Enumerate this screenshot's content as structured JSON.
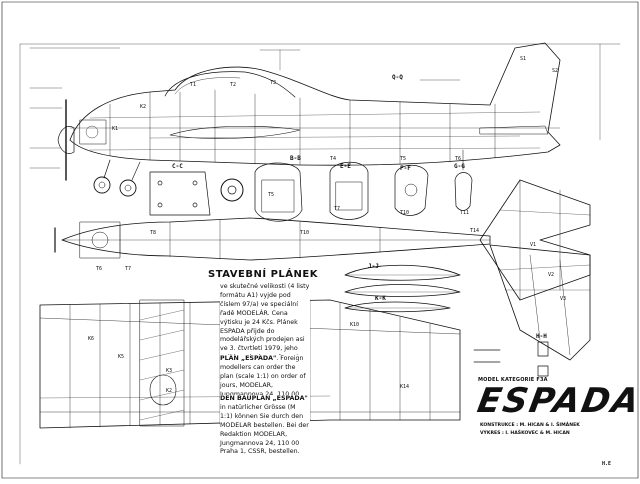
{
  "labels": {
    "section_qq": "Q-Q",
    "section_cc": "C-C",
    "section_bb": "B-B",
    "section_ee": "E-E",
    "section_ff": "F-F",
    "section_gg": "G-G",
    "section_hh": "H-H",
    "section_jj": "J-J",
    "section_kk": "K-K",
    "model_category": "MODEL KATEGORIE F3A",
    "code": "H.E"
  },
  "plan": {
    "title": "STAVEBNÍ PLÁNEK",
    "cz_text": "ve skutečné velikosti (4 listy formátu A1) vyjde pod číslem 97/a) ve speciální řadě MODELÁR. Cena výtisku je 24 Kčs. Plánek ESPADA přijde do modelářských prodejen asi ve 3. čtvrtletí 1979, jeho vyjití oznámíme v časopise. Prosíme, abyste nevyžadovali plánek dřív, zprávy se tím neurychlí.",
    "en_title": "PLAN „ESPADA\"",
    "en_text": ". Foreign modellers can order the plan (scale 1:1) on order of jours, MODELAR, Jungmannova 24, 110 00 Praha 1, CSSR.",
    "de_title": "DEN BAUPLAN „ESPADA\"",
    "de_text": "in natürlicher Grösse (M 1:1) können Sie durch den MODELAR bestellen. Bei der Redaktion MODELAR, Jungmannova 24, 110 00 Praha 1, CSSR, bestellen."
  },
  "title_block": {
    "name": "ESPADA",
    "construction_label": "KONSTRUKCE :",
    "construction": "M. HICAN & I. ŠIMÁNEK",
    "drawing_label": "VÝKRES :",
    "drawing": "I. HAŠKOVEC & M. HICAN"
  }
}
